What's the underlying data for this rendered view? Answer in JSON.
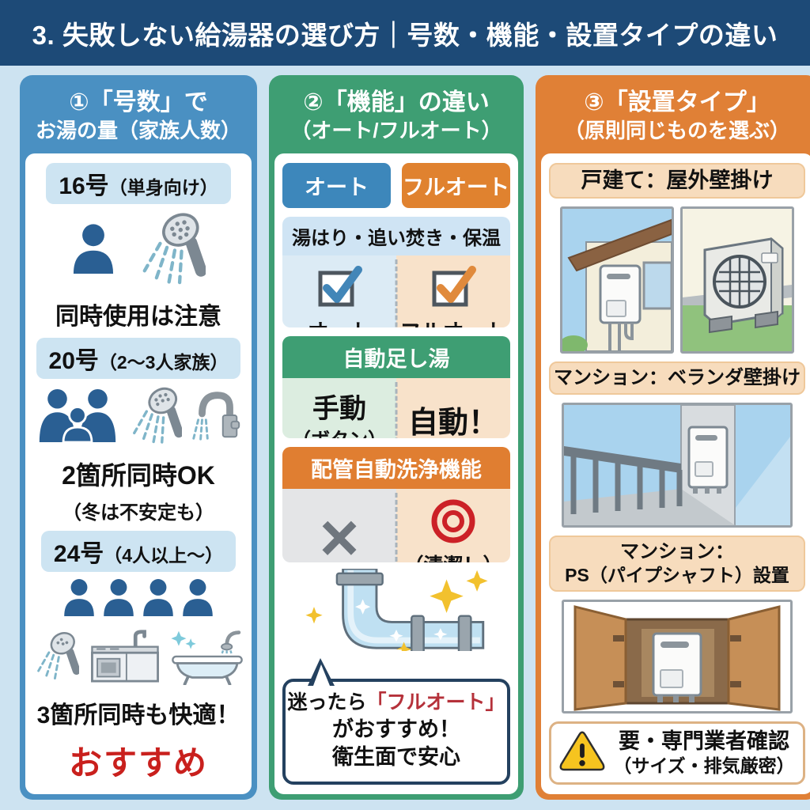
{
  "title": "3. 失敗しない給湯器の選び方｜号数・機能・設置タイプの違い",
  "colors": {
    "title_bg": "#1d4a77",
    "page_bg": "#cde3f1",
    "accent_blue": "#4a90c2",
    "accent_green": "#3e9e73",
    "accent_orange": "#e08036",
    "badge_auto_blue": "#3d87bb",
    "badge_full_orange": "#e0822f",
    "recommend_red": "#c9201d",
    "bubble_red": "#b5313a",
    "double_circle_red": "#cc2127"
  },
  "gosu": {
    "header_line1": "①「号数」で",
    "header_line2": "お湯の量（家族人数）",
    "sections": [
      {
        "num": "16号",
        "note": "（単身向け）",
        "caption": "同時使用は注意"
      },
      {
        "num": "20号",
        "note": "（2〜3人家族）",
        "caption": "2箇所同時OK",
        "subcaption": "（冬は不安定も）"
      },
      {
        "num": "24号",
        "note": "（4人以上〜）",
        "caption": "3箇所同時も快適！",
        "highlight": "おすすめ"
      }
    ]
  },
  "kinou": {
    "header_line1": "②「機能」の違い",
    "header_line2": "（オート/フルオート）",
    "badge_auto": "オート",
    "badge_full": "フルオート",
    "block1": {
      "title": "湯はり・追い焚き・保温",
      "left_label": "オート",
      "right_label": "フルオート"
    },
    "block2": {
      "title": "自動足し湯",
      "left_main": "手動",
      "left_sub": "（ボタン）",
      "right_main": "自動！"
    },
    "block3": {
      "title": "配管自動洗浄機能",
      "left_mark": "×",
      "right_mark": "◎",
      "right_sub": "（清潔！）"
    },
    "bubble": {
      "line1_black": "迷ったら",
      "line1_red": "「フルオート」",
      "line2": "がおすすめ！",
      "line3": "衛生面で安心"
    }
  },
  "setchi": {
    "header_line1": "③「設置タイプ」",
    "header_line2": "（原則同じものを選ぶ）",
    "label_kodate": "戸建て：屋外壁掛け",
    "label_mansion_veranda": "マンション：ベランダ壁掛け",
    "label_mansion_ps_line1": "マンション：",
    "label_mansion_ps_line2": "PS（パイプシャフト）設置",
    "warning_line1": "要・専門業者確認",
    "warning_line2": "（サイズ・排気厳密）"
  }
}
